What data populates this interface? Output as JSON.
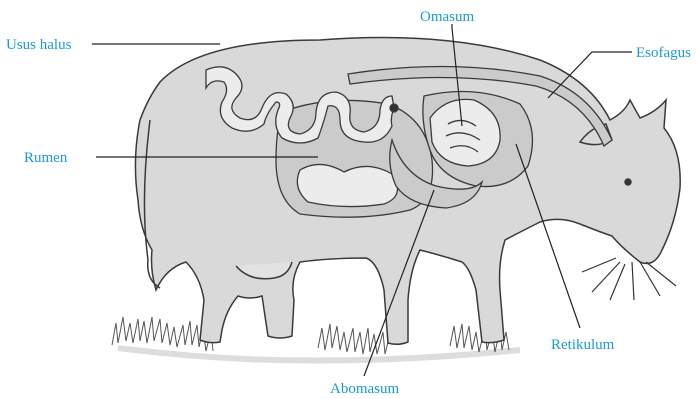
{
  "labels": {
    "usus_halus": "Usus halus",
    "rumen": "Rumen",
    "omasum": "Omasum",
    "esofagus": "Esofagus",
    "retikulum": "Retikulum",
    "abomasum": "Abomasum"
  },
  "colors": {
    "label_text": "#1a9ad6",
    "outline": "#3a3a3a",
    "body_fill": "#d9d9d9",
    "organ_fill": "#cbcbcb",
    "organ_light": "#ececec",
    "grass": "#555555",
    "leader_line": "#222222"
  }
}
